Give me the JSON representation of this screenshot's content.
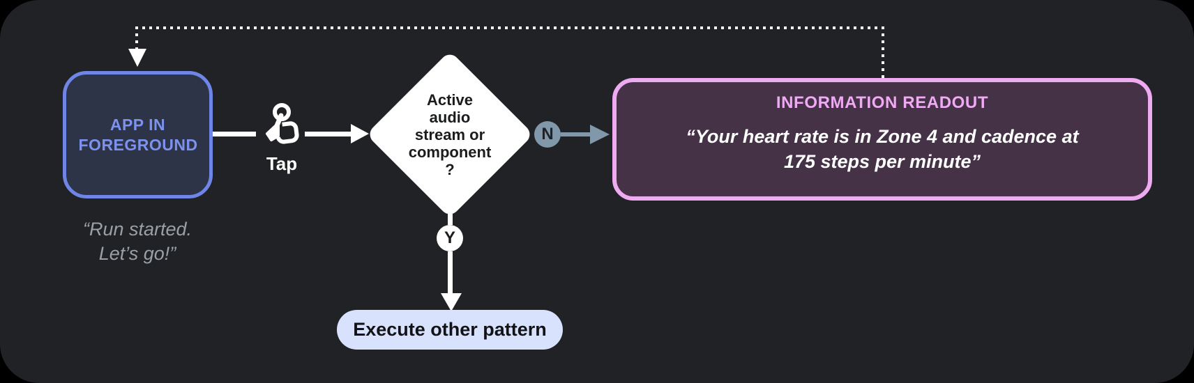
{
  "diagram": {
    "nodes": {
      "app": {
        "label": "APP IN FOREGROUND",
        "caption_lines": [
          "“Run started.",
          "Let’s go!”"
        ]
      },
      "tap": {
        "label": "Tap",
        "icon": "tap-gesture-icon"
      },
      "decision": {
        "lines": [
          "Active",
          "audio",
          "stream or",
          "component",
          "?"
        ]
      },
      "branch_no": {
        "label": "N"
      },
      "branch_yes": {
        "label": "Y"
      },
      "readout": {
        "title": "INFORMATION READOUT",
        "quote_lines": [
          "“Your heart rate is in Zone 4 and cadence at",
          "175 steps per minute”"
        ]
      },
      "execute": {
        "label": "Execute other pattern"
      }
    },
    "colors": {
      "card_background": "#212225",
      "app_border": "#7086e6",
      "app_fill": "#2d3447",
      "app_text": "#7d92ee",
      "caption_gray": "#9aa0a6",
      "diamond_fill": "#ffffff",
      "branch_badge_gray": "#8198aa",
      "readout_border": "#efabf2",
      "readout_fill": "#453247",
      "readout_title": "#f0aaf4",
      "pill_fill": "#d8e2fc"
    }
  }
}
